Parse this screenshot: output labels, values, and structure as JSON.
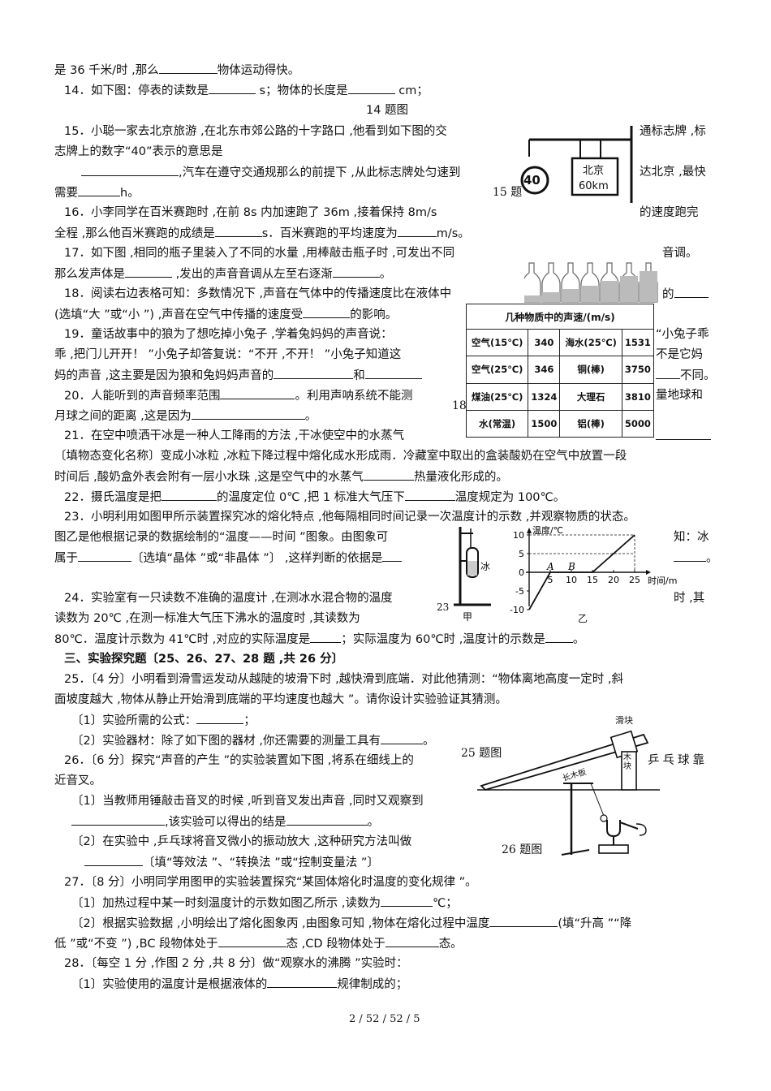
{
  "lines": {
    "l1a": "是 36 千米/时 ,那么",
    "l1b": "物体运动得快。",
    "q14a": "14．如下图：停表的读数是",
    "q14b": " s；物体的长度是",
    "q14c": " cm；",
    "cap14": "14 题图",
    "q15a": "15．小聪一家去北京旅游 ,在北东市郊公路的十字路口 ,他看到如下图的交",
    "q15r": "通标志牌 ,标",
    "q15b": "志牌上的数字“40”表示的意思是",
    "q15c": ",汽车在遵守交通规那么的前提下 ,从此标志牌处匀速到",
    "q15d": "达北京 ,最快",
    "q15e": "需要",
    "q15f": "h。",
    "q16a": "16．小李同学在百米赛跑时 ,在前 8s 内加速跑了 36m ,接着保持 8m/s",
    "q16r": "的速度跑完",
    "q16b": "全程 ,那么他百米赛跑的成绩是",
    "q16c": "s．百米赛跑的平均速度为",
    "q16d": "m/s。",
    "q17a": "17．如下图 ,相同的瓶子里装入了不同的水量 ,用棒敲击瓶子时 ,可发出不同",
    "q17r": "音调。",
    "q17b": "那么发声体是",
    "q17c": " ,发出的声音音调从左至右逐渐",
    "q17d": "。",
    "q18a": "18．阅读右边表格可知：多数情况下 ,声音在气体中的传播速度比在液体中",
    "q18r": "的",
    "q18b": "(选填“大 ”或“小 ”) ,声音在空气中传播的速度受",
    "q18c": "的影响。",
    "q19a": "19．童话故事中的狼为了想吃掉小兔子 ,学着兔妈妈的声音说：",
    "q19r": "“小兔子乖",
    "q19b": "乖 ,把门儿开开！ ”小兔子却答复说：“不开 ,不开！ ”小兔子知道这",
    "q19r2": "不是它妈",
    "q19c": "妈的声音 ,这主要是因为狼和兔妈妈声音的",
    "q19d": "和",
    "q19e": "不同。",
    "q20a": "20．人能听到的声音频率范围",
    "q20b": "。利用声呐系统不能测",
    "q20r": "量地球和",
    "q20c": "月球之间的距离 ,这是因为",
    "q20d": "。",
    "q21a": "21．在空中喷洒干冰是一种人工降雨的方法 ,干冰使空中的水蒸气",
    "q21b": "〔填物态变化名称〕变成小冰粒 ,冰粒下降过程中熔化成水形成雨．冷藏室中取出的盒装酸奶在空气中放置一段",
    "q21c": "时间后 ,酸奶盒外表会附有一层小水珠 ,这是空气中的水蒸气",
    "q21d": "热量液化形成的。",
    "q22a": "22．摄氏温度是把",
    "q22b": "的温度定位 0℃ ,把 1 标准大气压下",
    "q22c": "温度规定为 100℃。",
    "q23a": "23．小明利用如图甲所示装置探究冰的熔化特点 ,他每隔相同时间记录一次温度计的示数 ,并观察物质的状态。",
    "q23b": "图乙是他根据记录的数据绘制的“温度——时间 ”图象。由图象可",
    "q23r": "知：冰",
    "q23c": "属于",
    "q23d": "〔选填“晶体 ”或“非晶体 ”〕 ,这样判断的依据是",
    "q23e": "。",
    "q24a": "24．实验室有一只读数不准确的温度计 ,在测冰水混合物的温度",
    "q24r": "时 ,其",
    "q24b": "读数为 20℃ ,在测一标准大气压下沸水的温度时 ,其读数为",
    "q24c": "80℃．温度计示数为 41℃时 ,对应的实际温度是",
    "q24d": "；实际温度为 60℃时 ,温度计的示数是",
    "q24e": "。",
    "sec3": "三、实验探究题〔25、26、27、28 题 ,共 26 分〕",
    "q25a": "25．〔4 分〕小明看到滑雪运发动从越陡的坡滑下时 ,越快滑到底端．对此他猜测：“物体离地高度一定时 ,斜",
    "q25b": "面坡度越大 ,物体从静止开始滑到底端的平均速度也越大 ”。请你设计实验验证其猜测。",
    "q25c": "〔1〕实验所需的公式：",
    "q25c2": "；",
    "q25d": "〔2〕实验器材：除了如下图的器材 ,你还需要的测量工具有",
    "q25d2": "。",
    "q26a": "26．〔6 分〕探究“声音的产生 ”的实验装置如下图 ,将系在细线上的",
    "q26r": "乒乓球靠",
    "q26b": "近音叉。",
    "q26c": "〔1〕当教师用锤敲击音叉的时候 ,听到音叉发出声音 ,同时又观察到",
    "q26d": ",该实验可以得出的结是",
    "q26d2": "。",
    "q26e": "〔2〕在实验中 ,乒乓球将音叉微小的振动放大 ,这种研究方法叫做",
    "q26f": "〔填“等效法 ”、“转换法 ”或“控制变量法 ”〕",
    "q27a": "27．〔8 分〕小明同学用图甲的实验装置探究“某固体熔化时温度的变化规律 ”。",
    "q27b": "〔1〕加热过程中某一时刻温度计的示数如图乙所示 ,读数为",
    "q27b2": "℃；",
    "q27c": "〔2〕根据实验数据 ,小明绘出了熔化图象丙 ,由图象可知 ,物体在熔化过程中温度",
    "q27c2": "(填“升高 ”“降",
    "q27d": "低 ”或“不变 ”) ,BC 段物体处于",
    "q27d2": "态 ,CD 段物体处于",
    "q27d3": "态。",
    "q28a": "28．〔每空 1 分 ,作图 2 分 ,共 8 分〕做“观察水的沸腾 ”实验时：",
    "q28b": "〔1〕实验使用的温度计是根据液体的",
    "q28b2": "规律制成的；",
    "footer": "2 / 52 / 52 / 5"
  },
  "figures": {
    "cap15": "15 题",
    "sign_speed": "40",
    "sign_city": "北京",
    "sign_dist": "60km",
    "cap18": "18",
    "cap23": "23",
    "fig23_ice": "冰",
    "fig23_jia": "甲",
    "fig23_yi": "乙",
    "graph_ylabel": "温度/℃",
    "graph_xlabel": "时间/min",
    "graph_A": "A",
    "graph_B": "B",
    "cap25": "25 题图",
    "slider": "滑块",
    "wood": "木块",
    "board": "长木板",
    "cap26": "26 题图"
  },
  "sound_table": {
    "title": "几种物质中的声速/(m/s)",
    "rows": [
      [
        "空气(15℃)",
        "340",
        "海水(25℃)",
        "1531"
      ],
      [
        "空气(25℃)",
        "346",
        "铜(棒)",
        "3750"
      ],
      [
        "煤油(25℃)",
        "1324",
        "大理石",
        "3810"
      ],
      [
        "水(常温)",
        "1500",
        "铝(棒)",
        "5000"
      ]
    ]
  },
  "chart_data": {
    "type": "line",
    "ylabel": "温度/℃",
    "xlabel": "时间/min",
    "x_ticks": [
      5,
      10,
      15,
      20,
      25
    ],
    "y_ticks": [
      10,
      5,
      0,
      -5,
      -10
    ],
    "xlim": [
      0,
      25
    ],
    "ylim": [
      -10,
      10
    ],
    "series": [
      {
        "x": [
          0,
          5,
          10,
          15,
          25
        ],
        "y": [
          -10,
          0,
          0,
          0,
          10
        ]
      }
    ],
    "points": {
      "A": [
        5,
        0
      ],
      "B": [
        10,
        0
      ]
    }
  }
}
